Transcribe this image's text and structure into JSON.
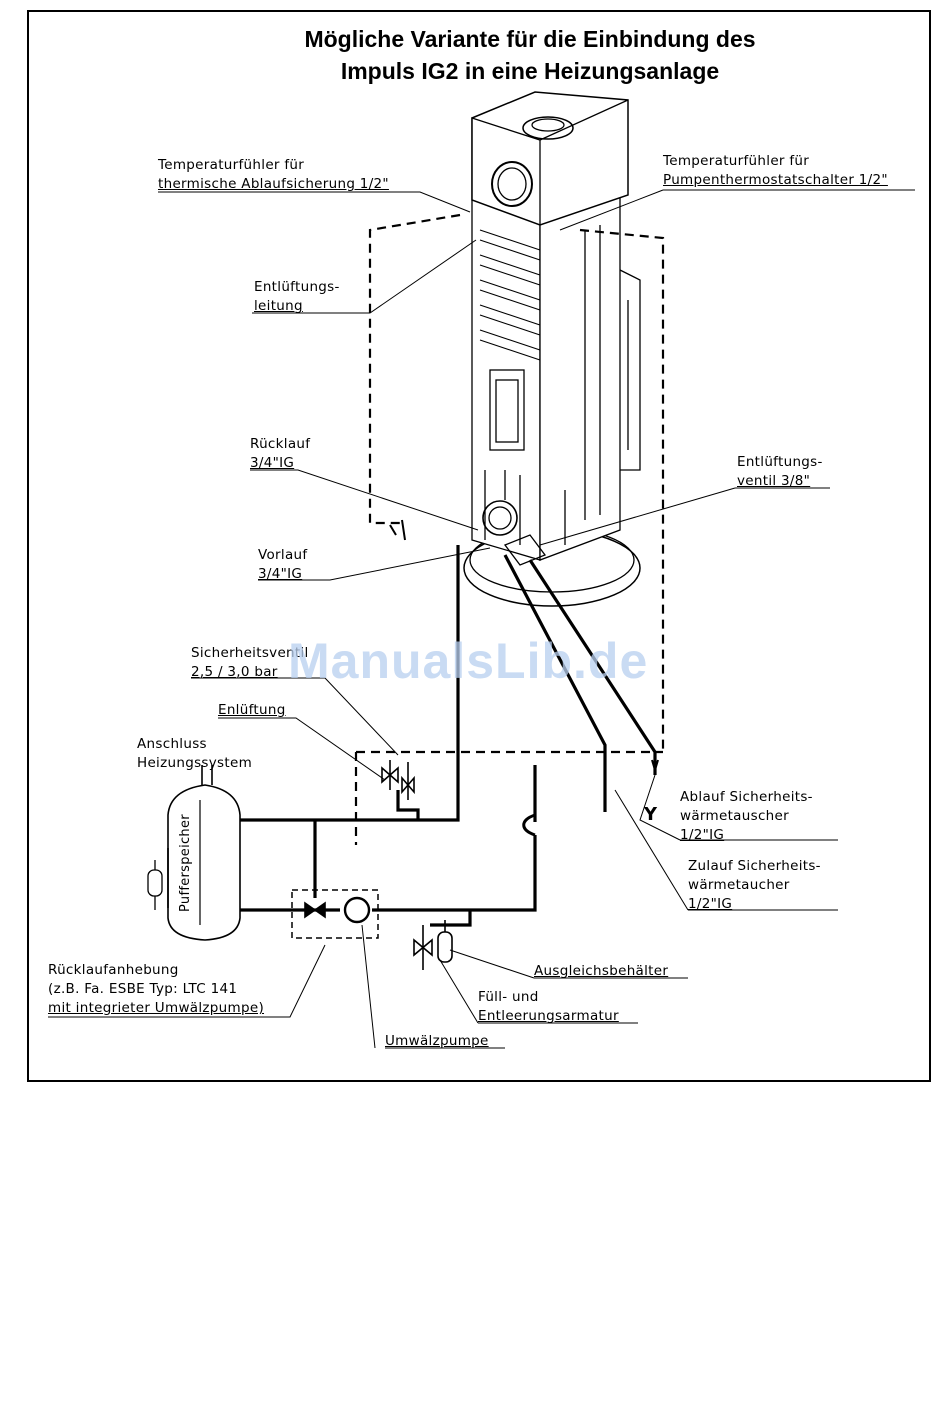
{
  "title": {
    "line1": "Mögliche Variante für die Einbindung des",
    "line2": "Impuls IG2 in eine Heizungsanlage"
  },
  "labels": {
    "temp_sensor_left": [
      "Temperaturfühler für",
      "thermische Ablaufsicherung 1/2\""
    ],
    "temp_sensor_right": [
      "Temperaturfühler für",
      "Pumpenthermostatschalter 1/2\""
    ],
    "vent_line": [
      "Entlüftungs-",
      "leitung"
    ],
    "return": [
      "Rücklauf",
      "3/4\"IG"
    ],
    "vent_valve": [
      "Entlüftungs-",
      "ventil 3/8\""
    ],
    "flow": [
      "Vorlauf",
      "3/4\"IG"
    ],
    "safety_valve": [
      "Sicherheitsventil",
      "2,5 / 3,0 bar"
    ],
    "venting": "Enlüftung",
    "heating_connection": [
      "Anschluss",
      "Heizungssystem"
    ],
    "buffer_tank": "Pufferspeicher",
    "outlet_safety_hx": [
      "Ablauf Sicherheits-",
      "wärmetauscher",
      "1/2\"IG"
    ],
    "inlet_safety_hx": [
      "Zulauf Sicherheits-",
      "wärmetaucher",
      "1/2\"IG"
    ],
    "return_boost": [
      "Rücklaufanhebung",
      "(z.B. Fa. ESBE Typ: LTC 141",
      "mit integrieter Umwälzpumpe)"
    ],
    "expansion_tank": "Ausgleichsbehälter",
    "fill_drain": [
      "Füll- und",
      "Entleerungsarmatur"
    ],
    "pump": "Umwälzpumpe",
    "y_mark": "Y"
  },
  "watermark": "ManualsLib.de"
}
